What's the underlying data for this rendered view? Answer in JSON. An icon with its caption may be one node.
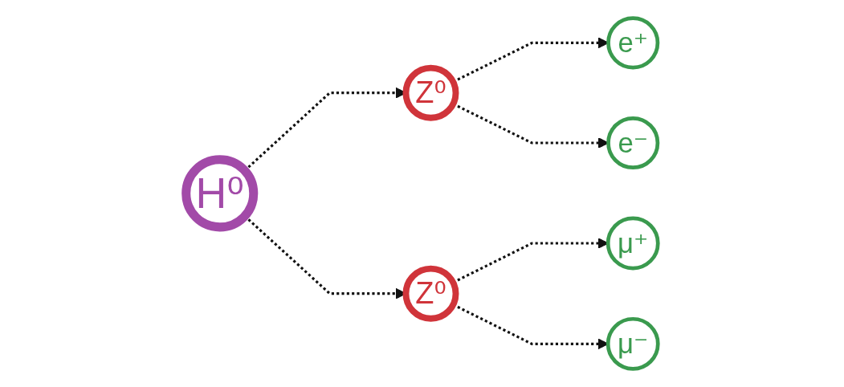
{
  "diagram": {
    "nodes": [
      {
        "text": [
          "H⁰"
        ]
      },
      {
        "text": [
          "Z⁰"
        ]
      },
      {
        "text": [
          "Z⁰"
        ]
      },
      {
        "text": [
          "e⁺"
        ]
      },
      {
        "text": [
          "e⁻"
        ]
      },
      {
        "text": [
          "μ⁺"
        ]
      },
      {
        "text": [
          "μ⁻"
        ]
      }
    ],
    "edges": [
      {
        "from": 0,
        "to": 1,
        "arrow": "to",
        "style": "dashed"
      },
      {
        "from": 0,
        "to": 2,
        "arrow": "to",
        "style": "dashed"
      },
      {
        "from": 1,
        "to": 3,
        "arrow": "to",
        "style": "dashed"
      },
      {
        "from": 1,
        "to": 4,
        "arrow": "to",
        "style": "dashed"
      },
      {
        "from": 2,
        "to": 5,
        "arrow": "to",
        "style": "dashed"
      },
      {
        "from": 2,
        "to": 6,
        "arrow": "to",
        "style": "dashed"
      }
    ]
  }
}
